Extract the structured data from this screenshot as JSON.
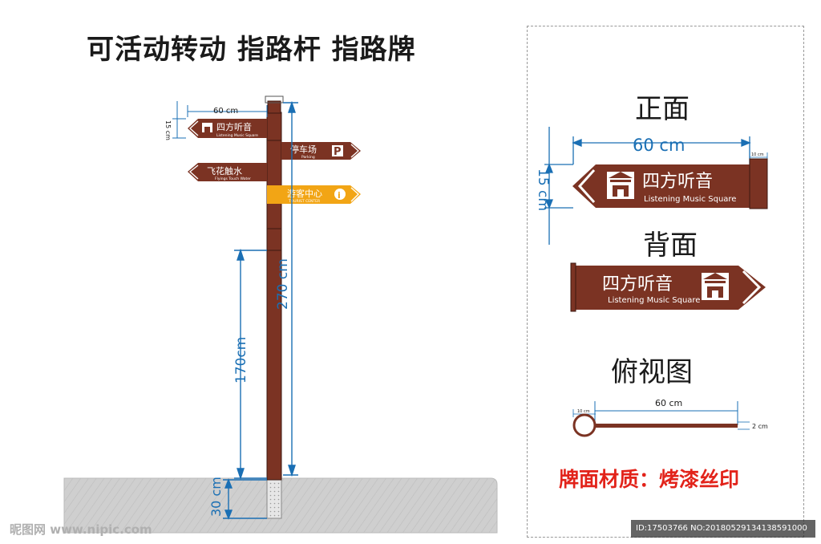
{
  "title": "可活动转动 指路杆 指路牌",
  "colors": {
    "brown": "#7b3323",
    "yellow": "#f2a515",
    "blue": "#1a6fb4",
    "red": "#e2231a",
    "ground": "#cfcfcf"
  },
  "signpost": {
    "dims": {
      "width_top": "60 cm",
      "height_top": "15 cm",
      "total": "270 cm",
      "above_ground": "170cm",
      "buried": "30 cm"
    },
    "signs": [
      {
        "cn": "四方听音",
        "en": "Listening Music Square",
        "direction": "left",
        "icon": "pavilion-icon"
      },
      {
        "cn": "停车场",
        "en": "Parking",
        "direction": "right",
        "icon": "parking-icon",
        "badge": "P"
      },
      {
        "cn": "飞花触水",
        "en": "Flyings Touch Water",
        "direction": "left"
      },
      {
        "cn": "游客中心",
        "en": "TOURIST CENTER",
        "direction": "right",
        "icon": "info-icon",
        "badge": "i"
      }
    ]
  },
  "front": {
    "heading": "正面",
    "width_label": "60 cm",
    "height_label": "15 cm",
    "pole_label": "10 cm",
    "sign": {
      "cn": "四方听音",
      "en": "Listening Music Square"
    }
  },
  "back": {
    "heading": "背面",
    "sign": {
      "cn": "四方听音",
      "en": "Listening Music Square"
    }
  },
  "top_view": {
    "heading": "俯视图",
    "length_label": "60 cm",
    "pole_label": "10 cm",
    "thickness_label": "2 cm"
  },
  "material": "牌面材质：烤漆丝印",
  "watermark": "昵图网 www.nipic.com",
  "image_id": "ID:17503766 NO:20180529134138591000"
}
